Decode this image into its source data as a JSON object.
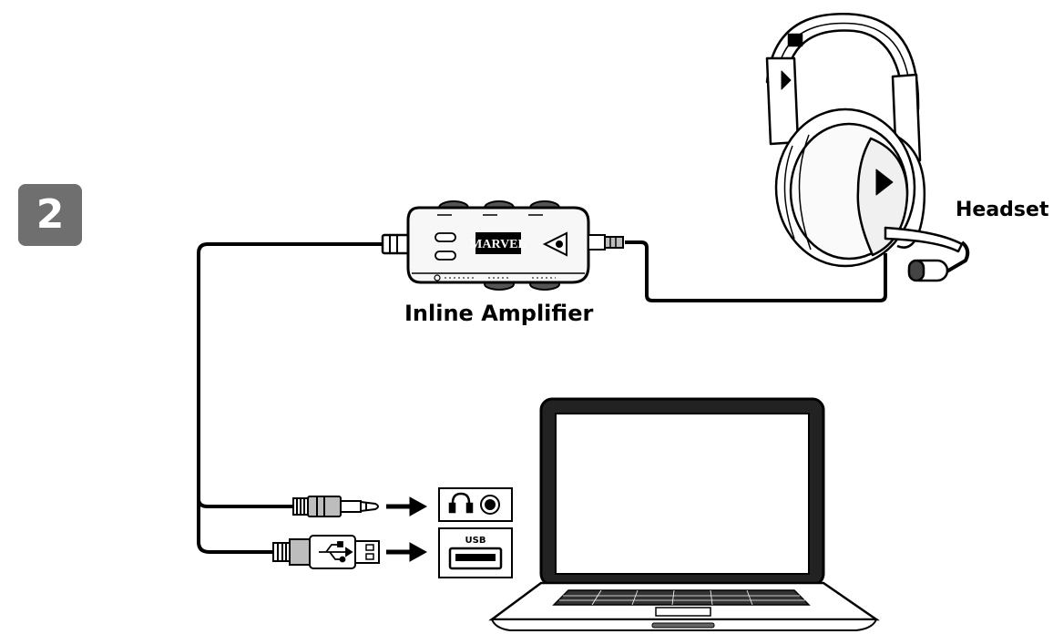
{
  "step": {
    "number": "2"
  },
  "labels": {
    "headset": "Headset",
    "inline_amplifier": "Inline Amplifier"
  },
  "amplifier": {
    "logo_text": "MARVEL"
  },
  "laptop_ports": {
    "usb_label": "USB"
  },
  "icons": {
    "headphone_port": "headphones-icon",
    "usb_symbol": "usb-icon",
    "arrow": "arrow-right-icon"
  },
  "colors": {
    "ink": "#000000",
    "badge": "#6f6f6f",
    "background": "#ffffff",
    "device_fill": "#f7f7f7",
    "plug_fill": "#bdbdbd"
  }
}
